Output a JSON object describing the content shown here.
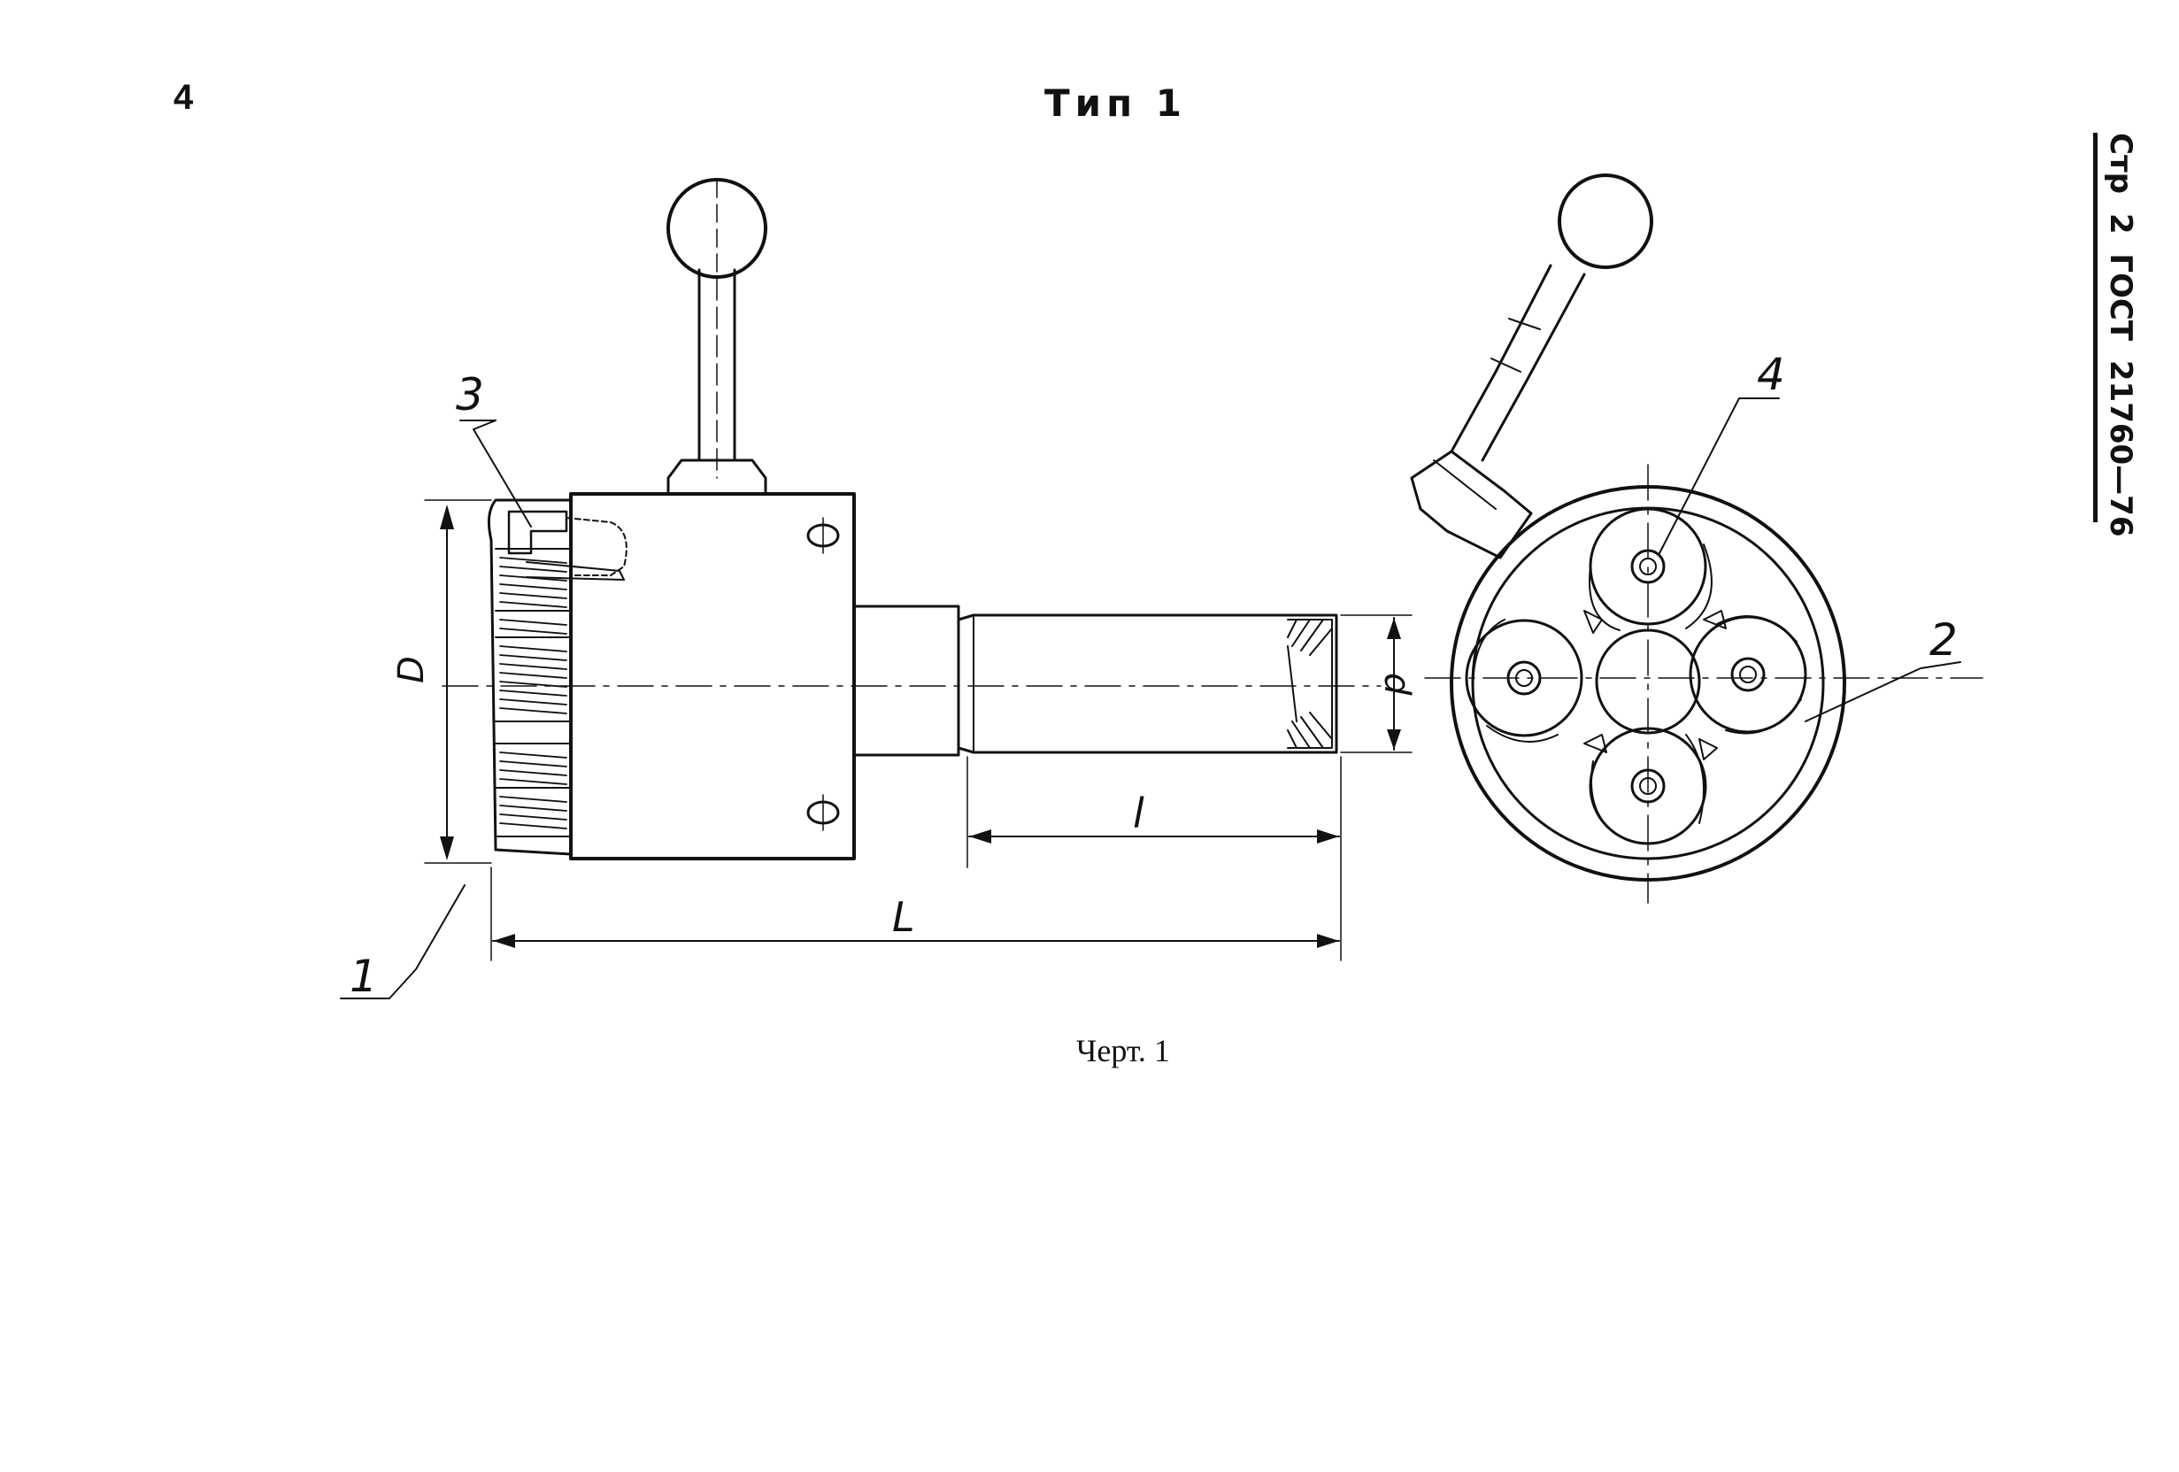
{
  "page": {
    "number": "4",
    "title": "Тип 1",
    "side_reference": "Стр 2 ГОСТ 21760—76",
    "caption": "Черт. 1"
  },
  "drawing": {
    "dimensions": {
      "outer_diameter": "D",
      "shank_diameter": "d",
      "shank_length": "l",
      "total_length": "L"
    },
    "callouts": [
      "1",
      "2",
      "3",
      "4"
    ]
  }
}
